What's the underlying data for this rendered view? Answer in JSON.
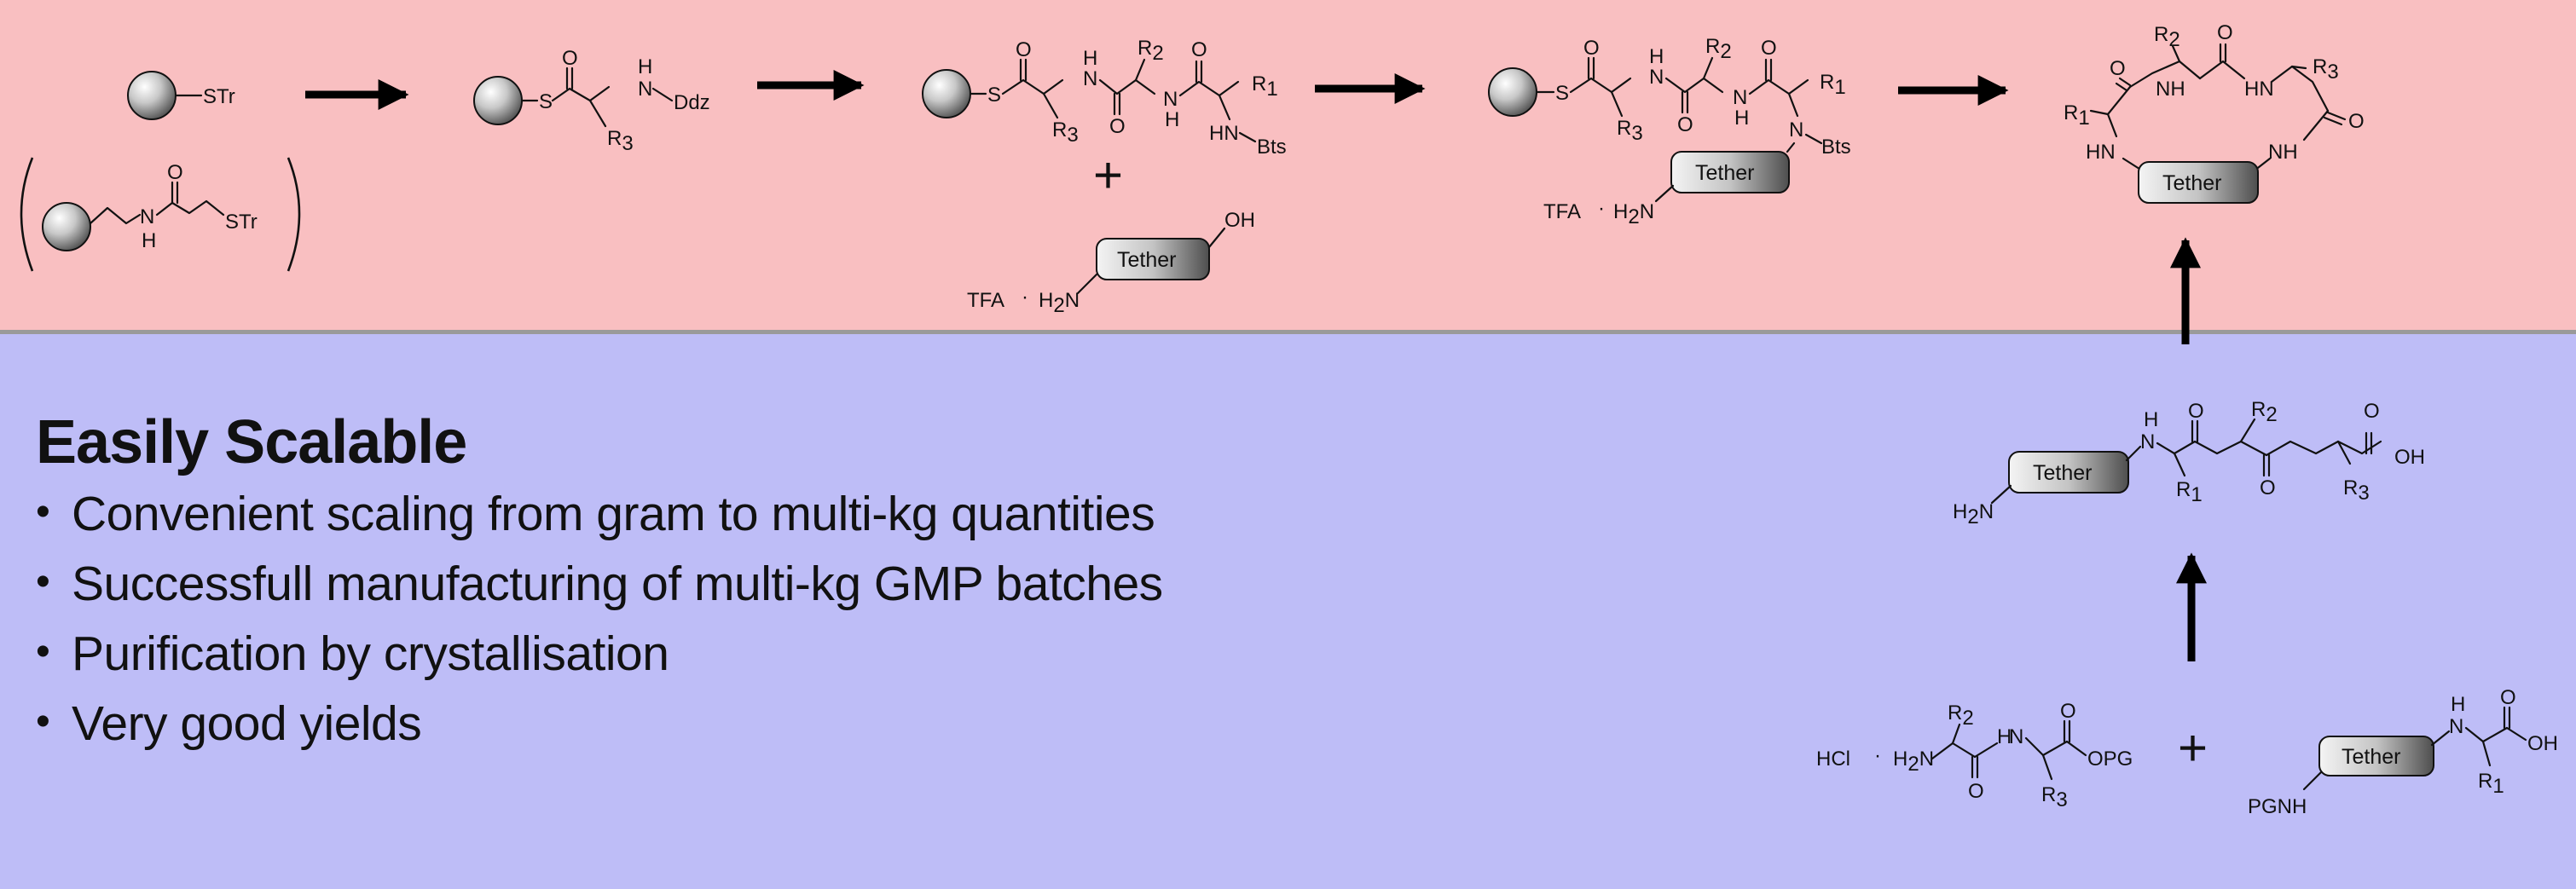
{
  "colors": {
    "top_band": "#f9bfc1",
    "bottom_band": "#bebdf7",
    "divider": "#9a9a9a",
    "arrow": "#000000"
  },
  "scheme": {
    "resin_label": "STr",
    "resin_linker_label": "STr",
    "thioester_ddz": "Ddz",
    "bts": "Bts",
    "tether": "Tether",
    "tfa_salt": "TFA",
    "hcl_salt": "HCl",
    "dot": "·",
    "h2n": "H",
    "nh": "NH",
    "hn": "HN",
    "n": "N",
    "h": "H",
    "s": "S",
    "o": "O",
    "oh": "OH",
    "opg": "OPG",
    "pgnh": "PGNH",
    "r1": "R",
    "r2": "R",
    "r3": "R",
    "sub1": "1",
    "sub2": "2",
    "sub3": "3",
    "sub2n": "2",
    "plus": "+"
  },
  "scalable": {
    "title": "Easily Scalable",
    "bullet_glyph": "•",
    "bullets": [
      "Convenient scaling from gram to multi-kg quantities",
      "Successfull manufacturing of multi-kg GMP batches",
      "Purification by crystallisation",
      "Very good yields"
    ]
  }
}
